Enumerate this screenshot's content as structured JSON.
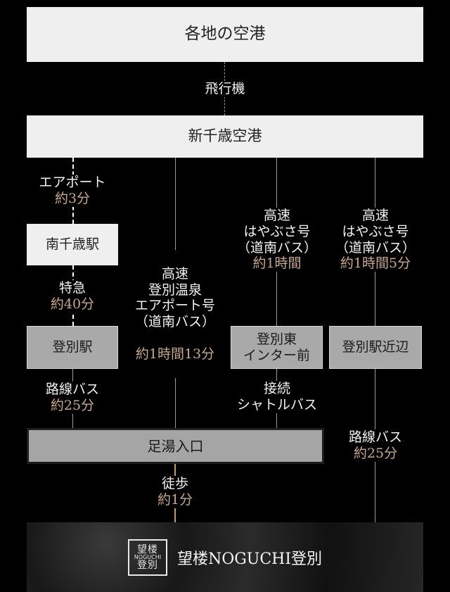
{
  "nodes": {
    "origin": "各地の空港",
    "new_chitose": "新千歳空港",
    "minami_chitose": "南千歳駅",
    "noboribetsu_station": "登別駅",
    "noboribetsu_east_ic": "登別東\nインター前",
    "near_station": "登別駅近辺",
    "ashiyu": "足湯入口",
    "destination": "望楼NOGUCHI登別"
  },
  "logo": {
    "line1": "望楼",
    "line2": "NOGUCHI",
    "line3": "登別"
  },
  "edges": {
    "plane": {
      "mode": "飛行機"
    },
    "airport_train": {
      "mode": "エアポート",
      "time": "約3分"
    },
    "express": {
      "mode": "特急",
      "time": "約40分"
    },
    "local_bus1": {
      "mode": "路線バス",
      "time": "約25分"
    },
    "walk": {
      "mode": "徒歩",
      "time": "約1分"
    },
    "bus_onsen": {
      "mode": "高速\n登別温泉\nエアポート号\n（道南バス）",
      "time": "約1時間13分"
    },
    "bus_hayabusa1": {
      "mode": "高速\nはやぶさ号\n（道南バス）",
      "time": "約1時間"
    },
    "bus_hayabusa2": {
      "mode": "高速\nはやぶさ号\n（道南バス）",
      "time": "約1時間5分"
    },
    "shuttle": {
      "mode": "接続\nシャトルバス"
    },
    "local_bus2": {
      "mode": "路線バス",
      "time": "約25分"
    }
  }
}
